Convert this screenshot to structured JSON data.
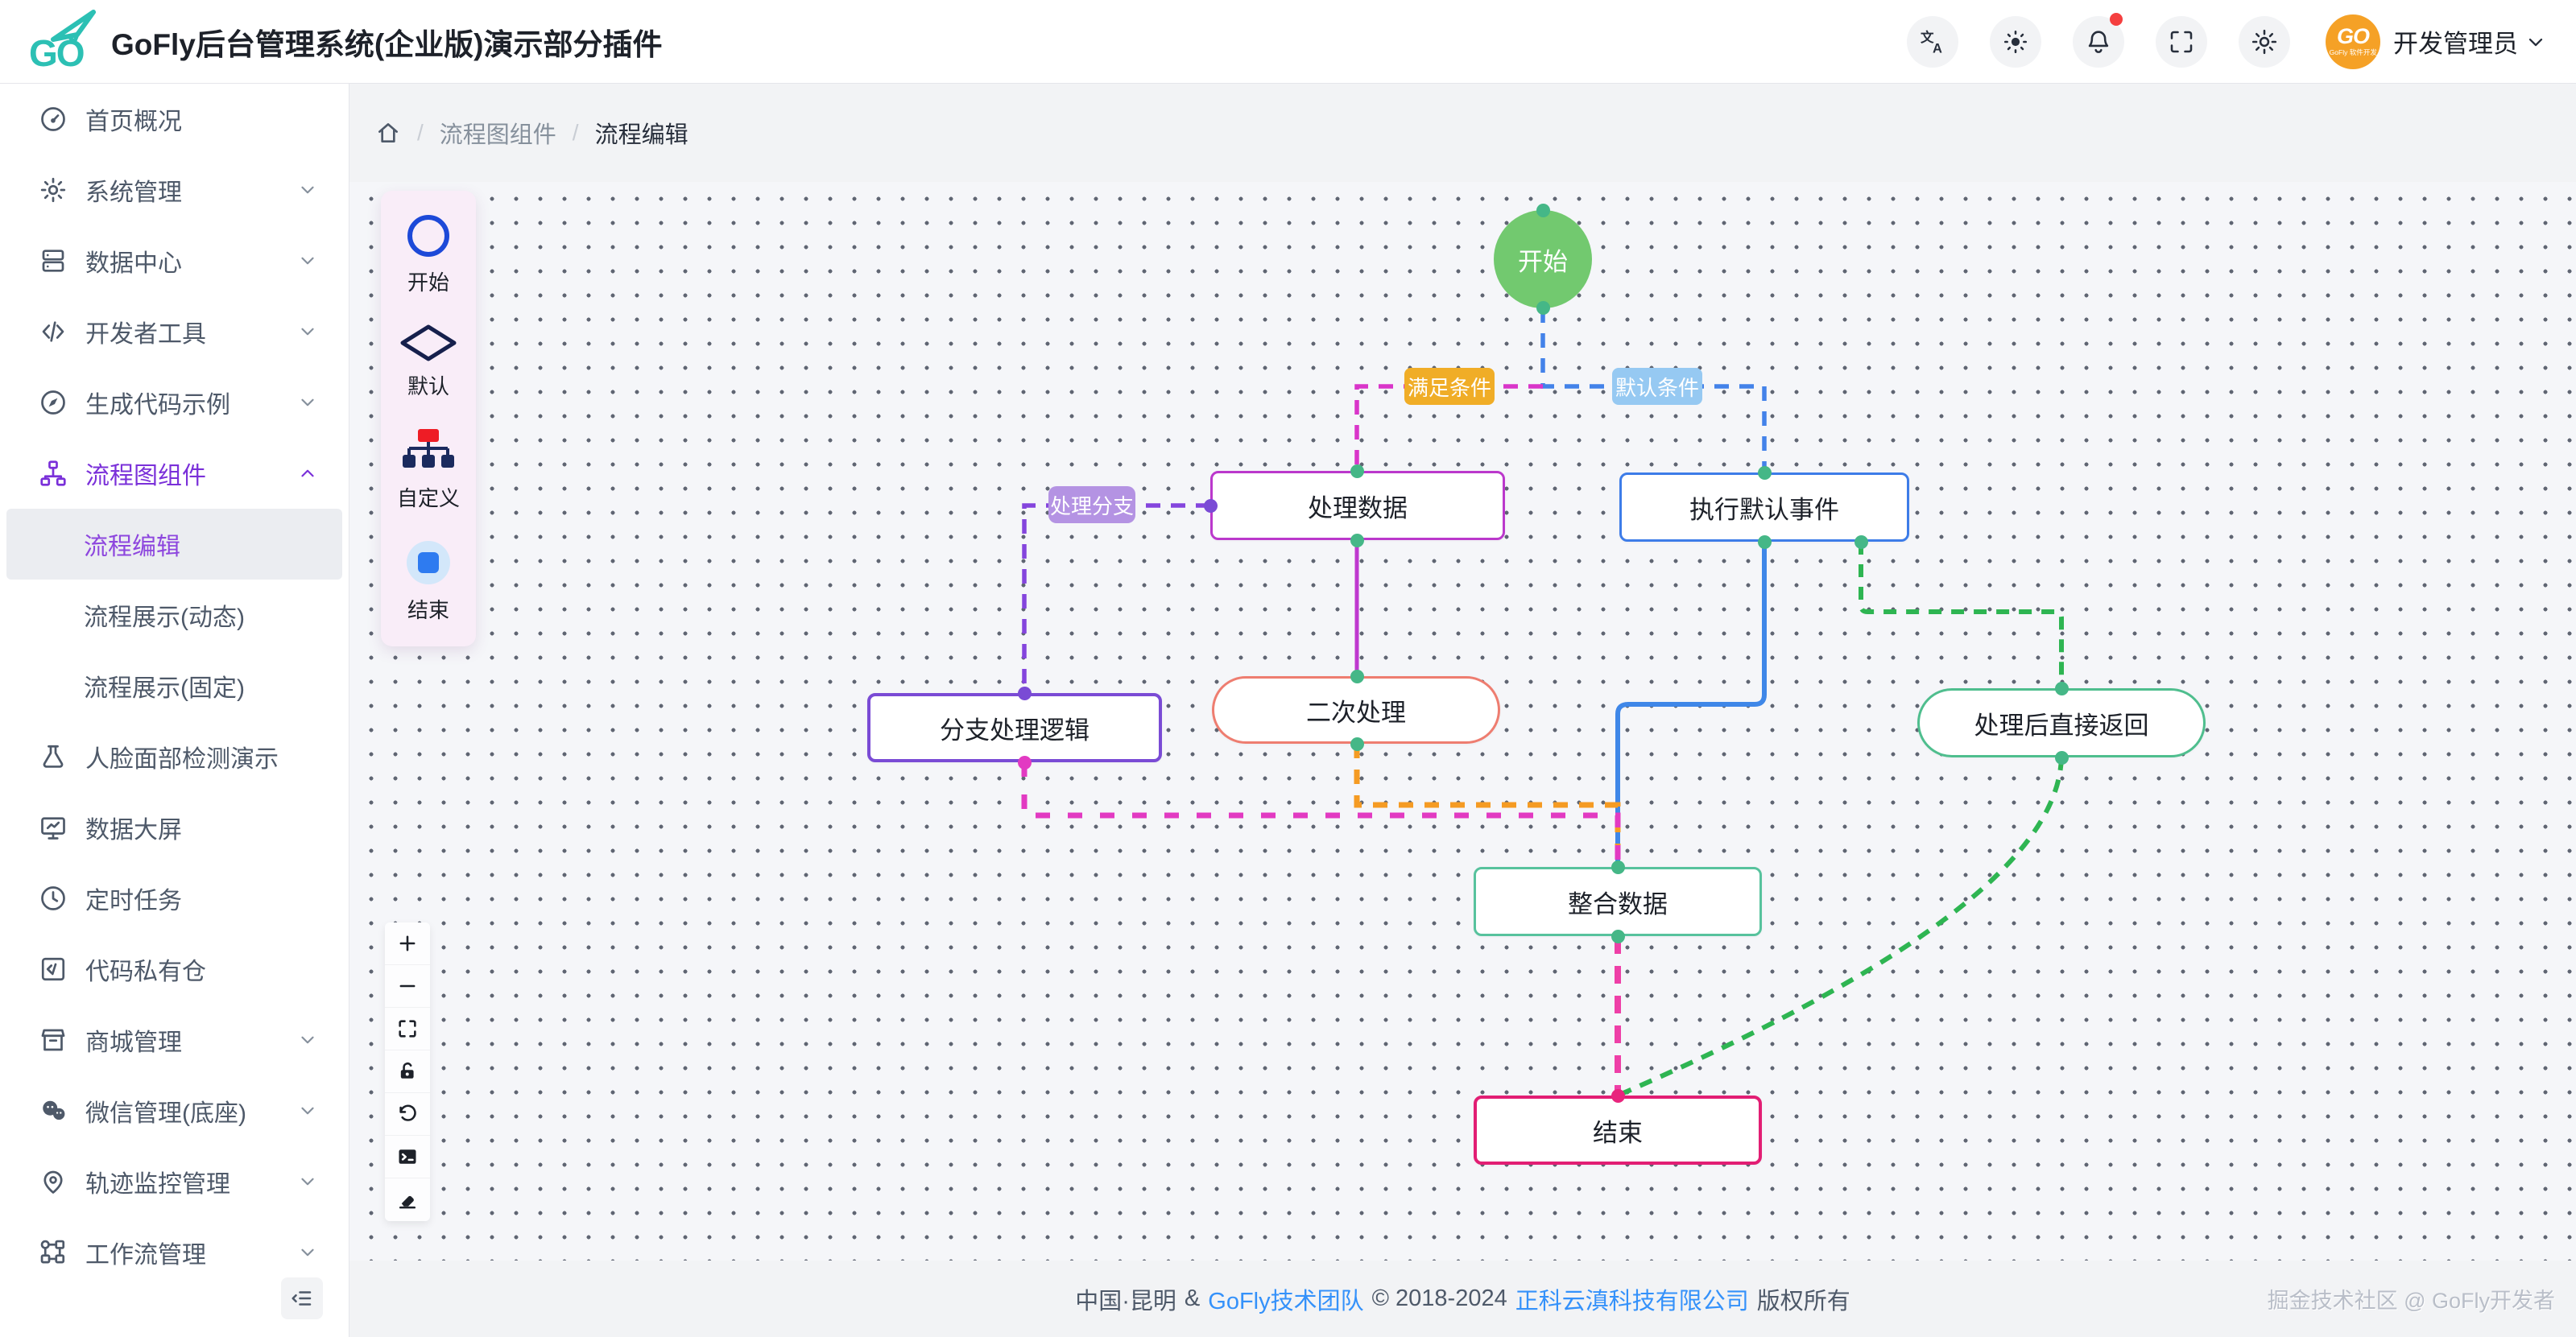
{
  "header": {
    "title": "GoFly后台管理系统(企业版)演示部分插件",
    "logo_text": "GO",
    "action_icons": [
      "translate-icon",
      "theme-brightness-icon",
      "notification-bell-icon",
      "fullscreen-icon",
      "settings-gear-icon"
    ],
    "notification_has_badge": true,
    "avatar_text": "GO",
    "avatar_subtext": "GoFly 软件开发",
    "user_name": "开发管理员"
  },
  "sidebar": {
    "items": [
      {
        "label": "首页概况",
        "icon": "dashboard-icon",
        "has_children": false
      },
      {
        "label": "系统管理",
        "icon": "gear-icon",
        "has_children": true
      },
      {
        "label": "数据中心",
        "icon": "server-icon",
        "has_children": true
      },
      {
        "label": "开发者工具",
        "icon": "code-icon",
        "has_children": true
      },
      {
        "label": "生成代码示例",
        "icon": "compass-icon",
        "has_children": true
      },
      {
        "label": "流程图组件",
        "icon": "flowchart-icon",
        "has_children": true,
        "expanded": true,
        "active": true
      },
      {
        "label": "流程编辑",
        "sub": true,
        "active": true
      },
      {
        "label": "流程展示(动态)",
        "sub": true
      },
      {
        "label": "流程展示(固定)",
        "sub": true
      },
      {
        "label": "人脸面部检测演示",
        "icon": "flask-icon",
        "has_children": false
      },
      {
        "label": "数据大屏",
        "icon": "monitor-icon",
        "has_children": false
      },
      {
        "label": "定时任务",
        "icon": "clock-icon",
        "has_children": false
      },
      {
        "label": "代码私有仓",
        "icon": "code-square-icon",
        "has_children": false
      },
      {
        "label": "商城管理",
        "icon": "store-icon",
        "has_children": true
      },
      {
        "label": "微信管理(底座)",
        "icon": "wechat-icon",
        "has_children": true
      },
      {
        "label": "轨迹监控管理",
        "icon": "map-pin-icon",
        "has_children": true
      },
      {
        "label": "工作流管理",
        "icon": "workflow-icon",
        "has_children": true
      }
    ]
  },
  "breadcrumb": {
    "items": [
      "流程图组件",
      "流程编辑"
    ]
  },
  "palette": {
    "items": [
      {
        "label": "开始",
        "icon": "start-circle-icon"
      },
      {
        "label": "默认",
        "icon": "default-diamond-icon"
      },
      {
        "label": "自定义",
        "icon": "custom-tree-icon"
      },
      {
        "label": "结束",
        "icon": "end-square-icon"
      }
    ]
  },
  "canvas_toolbar": {
    "icons": [
      "zoom-in-icon",
      "zoom-out-icon",
      "fit-view-icon",
      "lock-open-icon",
      "undo-icon",
      "console-icon",
      "eraser-icon"
    ]
  },
  "flow": {
    "nodes": [
      {
        "id": "start",
        "label": "开始",
        "shape": "circle",
        "fill": "#72c96f"
      },
      {
        "id": "process-data",
        "label": "处理数据",
        "shape": "rect",
        "border": "#bb38cc"
      },
      {
        "id": "exec-default-event",
        "label": "执行默认事件",
        "shape": "rect",
        "border": "#3d7ce8"
      },
      {
        "id": "branch-logic",
        "label": "分支处理逻辑",
        "shape": "rect",
        "border": "#7a4bd5"
      },
      {
        "id": "second-process",
        "label": "二次处理",
        "shape": "capsule",
        "border": "#ee7d70"
      },
      {
        "id": "return-direct",
        "label": "处理后直接返回",
        "shape": "capsule",
        "border": "#4fbe8e"
      },
      {
        "id": "merge-data",
        "label": "整合数据",
        "shape": "rect",
        "border": "#57c29d"
      },
      {
        "id": "end",
        "label": "结束",
        "shape": "rect",
        "border": "#e21e74"
      }
    ],
    "edge_labels": [
      {
        "text": "满足条件",
        "bg": "#f0ad27"
      },
      {
        "text": "默认条件",
        "bg": "#96c9f2"
      },
      {
        "text": "处理分支",
        "bg": "#b493e3"
      }
    ],
    "edges": [
      {
        "from": "start",
        "to": "process-data",
        "label": "满足条件",
        "style": "dashed",
        "color": "#d935c9"
      },
      {
        "from": "start",
        "to": "exec-default-event",
        "label": "默认条件",
        "style": "dashed",
        "color": "#4382e9"
      },
      {
        "from": "process-data",
        "to": "branch-logic",
        "label": "处理分支",
        "style": "dashed",
        "color": "#8445dd"
      },
      {
        "from": "process-data",
        "to": "second-process",
        "style": "solid",
        "color": "#bf39cf"
      },
      {
        "from": "exec-default-event",
        "to": "merge-data",
        "style": "solid",
        "color": "#3f87e8"
      },
      {
        "from": "exec-default-event",
        "to": "return-direct",
        "style": "dashed",
        "color": "#2eb552"
      },
      {
        "from": "return-direct",
        "to": "end",
        "style": "dashed",
        "color": "#2eb552"
      },
      {
        "from": "branch-logic",
        "to": "merge-data",
        "style": "dashed",
        "color": "#e23ac2"
      },
      {
        "from": "second-process",
        "to": "merge-data",
        "style": "dashed",
        "color": "#f59b23"
      },
      {
        "from": "merge-data",
        "to": "end",
        "style": "dashed",
        "color": "#ee3fa7"
      }
    ]
  },
  "footer": {
    "location": "中国·昆明",
    "amp": "&",
    "team_link": "GoFly技术团队",
    "copyright": "© 2018-2024",
    "company_link": "正科云滇科技有限公司",
    "rights": "版权所有",
    "watermark": "掘金技术社区 @ GoFly开发者"
  },
  "colors": {
    "logo_teal": "#2cc0b4",
    "accent_purple": "#7a30d9",
    "active_sub_purple": "#8d46de",
    "link_blue": "#3491fa",
    "avatar_orange": "#f5a126",
    "badge_red": "#f53f3f",
    "start_green": "#72c96f",
    "anchor_teal": "#45b787"
  }
}
